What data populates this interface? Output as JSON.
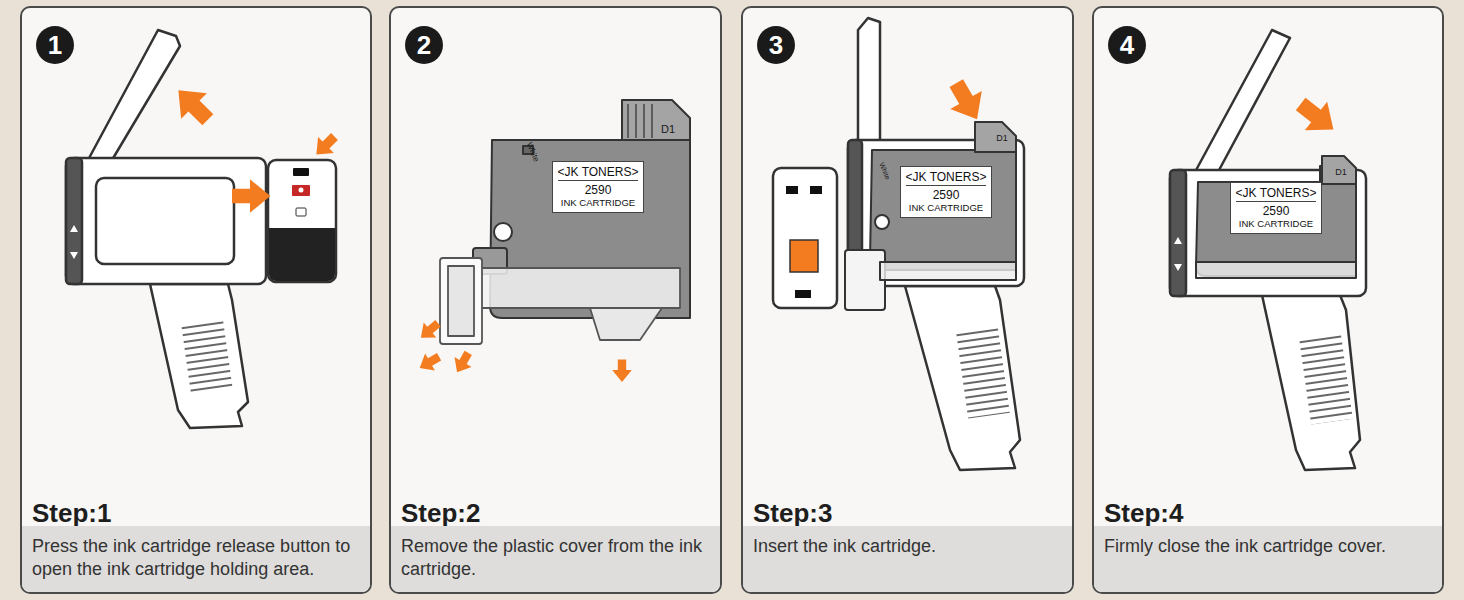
{
  "diagram": {
    "nodes": [
      {
        "text": [
          "Step:1",
          "Press the ink cartridge release button to open the ink cartridge holding area."
        ]
      },
      {
        "text": [
          "1"
        ],
        "in": 0
      },
      {
        "text": [
          "Step:2",
          "Remove the plastic cover from the ink cartridge."
        ]
      },
      {
        "text": [
          "2"
        ],
        "in": 2
      },
      {
        "text": [
          "<JK TONERS>",
          "2590",
          "INK CARTRIDGE"
        ],
        "in": 2
      },
      {
        "text": [
          "Step:3",
          "Insert the ink cartridge."
        ]
      },
      {
        "text": [
          "3"
        ],
        "in": 5
      },
      {
        "text": [
          "<JK TONERS>",
          "2590",
          "INK CARTRIDGE"
        ],
        "in": 5
      },
      {
        "text": [
          "Step:4",
          "Firmly close the ink cartridge cover."
        ]
      },
      {
        "text": [
          "4"
        ],
        "in": 8
      },
      {
        "text": [
          "<JK TONERS>",
          "2590",
          "INK CARTRIDGE"
        ],
        "in": 8
      }
    ],
    "labels": [
      "D1",
      "White",
      "D1",
      "White",
      "D1"
    ]
  }
}
